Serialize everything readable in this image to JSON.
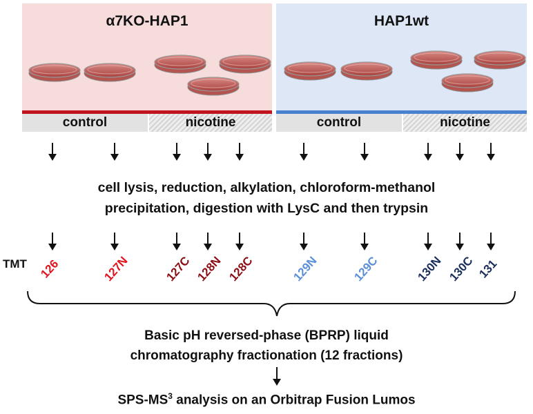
{
  "groups": {
    "left": {
      "title": "α7KO-HAP1",
      "accent": "#c0141e",
      "background": "#f7dcdc",
      "conditions": [
        "control",
        "nicotine"
      ]
    },
    "right": {
      "title": "HAP1wt",
      "accent": "#4a80d0",
      "background": "#dde7f6",
      "conditions": [
        "control",
        "nicotine"
      ]
    }
  },
  "step1": {
    "line1": "cell lysis, reduction, alkylation, chloroform-methanol",
    "line2": "precipitation, digestion with LysC and then trypsin"
  },
  "tmt": {
    "label": "TMT",
    "channels": [
      "126",
      "127N",
      "127C",
      "128N",
      "128C",
      "129N",
      "129C",
      "130N",
      "130C",
      "131"
    ],
    "colors": [
      "#e0141e",
      "#e0141e",
      "#8a0f14",
      "#8a0f14",
      "#8a0f14",
      "#5b8fd6",
      "#5b8fd6",
      "#1b2f5e",
      "#1b2f5e",
      "#1b2f5e"
    ]
  },
  "step2": {
    "line1": "Basic pH reversed-phase (BPRP) liquid",
    "line2": "chromatography fractionation (12 fractions)"
  },
  "step3": {
    "prefix": "SPS-MS",
    "superscript": "3",
    "suffix": " analysis on an Orbitrap Fusion Lumos"
  }
}
